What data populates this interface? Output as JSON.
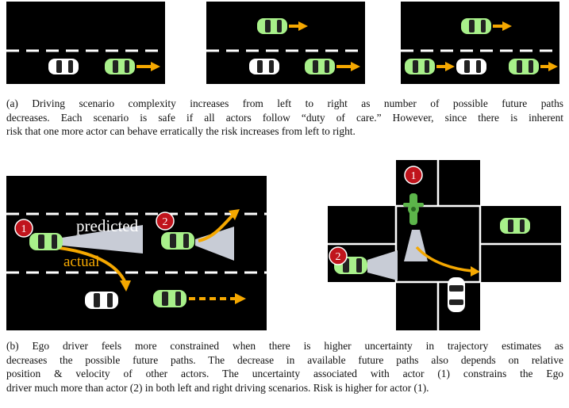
{
  "figure_a": {
    "caption_lines": [
      "(a) Driving scenario complexity increases from left to right as number of possible future paths",
      "decreases. Each scenario is safe if all actors follow “duty of care.” However,  since there is inherent",
      "risk that one more actor can behave erratically the risk increases from left to right."
    ]
  },
  "figure_b": {
    "labels": {
      "predicted": "predicted",
      "actual": "actual",
      "actor1": "1",
      "actor2": "2"
    },
    "caption_lines": [
      "(b) Ego driver feels more constrained when there is higher uncertainty in trajectory estimates as",
      "decreases the possible future paths. The decrease in available future paths also depends on relative",
      "position & velocity of other actors. The uncertainty associated with actor (1) constrains the Ego",
      "driver much more than actor (2) in both left and right driving scenarios. Risk is higher for actor (1)."
    ]
  },
  "colors": {
    "road": "#000000",
    "lane_marking": "#ffffff",
    "car_green": "#a8f08a",
    "car_white": "#ffffff",
    "arrow_orange": "#f5a800",
    "actor_badge": "#c0141c",
    "uncertainty_cone": "#c8ccd6"
  }
}
